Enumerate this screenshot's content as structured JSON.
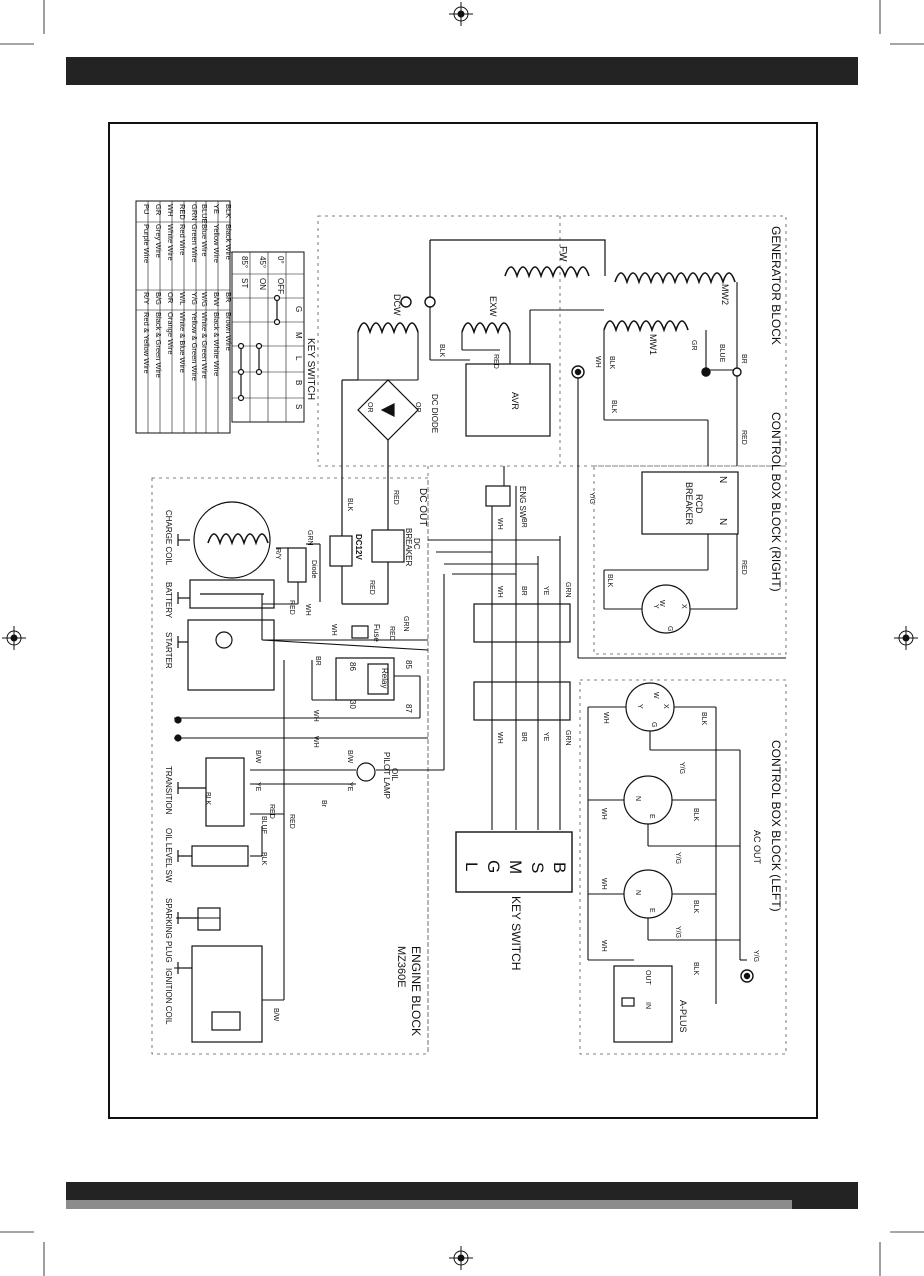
{
  "blocks": {
    "generator": "GENERATOR BLOCK",
    "control_right": "CONTROL BOX BLOCK (RIGHT)",
    "control_left": "CONTROL BOX BLOCK (LEFT)",
    "engine": "ENGINE BLOCK",
    "engine_model": "MZ360E",
    "dc_out": "DC OUT",
    "ac_out": "AC OUT",
    "key_switch_table_title": "KEY SWITCH",
    "key_switch_block": "KEY SWITCH"
  },
  "generator_parts": {
    "fw": "FW",
    "mw2": "MW2",
    "mw1": "MW1",
    "exw": "EXW",
    "dcw": "DCW",
    "avr": "AVR",
    "dc_diode": "DC DIODE"
  },
  "breakers": {
    "rcd_n1": "N",
    "rcd_n2": "N",
    "rcd": "RCD",
    "rcd_breaker": "BREAKER",
    "dc_breaker_line1": "DC",
    "dc_breaker_line2": "BREAKER",
    "dc12v": "DC12V",
    "eng_sw": "ENG SW",
    "fuse": "Fuse",
    "relay": "Relay",
    "diode": "Diode",
    "aplus": "A-PLUS",
    "aplus_out": "OUT",
    "aplus_in": "IN"
  },
  "engine_parts": {
    "charge_coil": "CHARGE COIL",
    "battery": "BATTERY",
    "starter": "STARTER",
    "transition": "TRANSITION",
    "oil_level_sw": "OIL LEVEL SW",
    "sparking_plug": "SPARKING PLUG",
    "ignition_coil": "IGNITION COIL",
    "oil_pilot_lamp_1": "OIL",
    "oil_pilot_lamp_2": "PILOT LAMP"
  },
  "relay_pins": [
    "86",
    "85",
    "30",
    "87"
  ],
  "ks_terminals": [
    "B",
    "S",
    "M",
    "G",
    "L"
  ],
  "key_switch_table": {
    "columns": [
      "G",
      "M",
      "L",
      "B",
      "S"
    ],
    "rows": [
      {
        "angle": "0°",
        "state": "OFF"
      },
      {
        "angle": "45°",
        "state": "ON"
      },
      {
        "angle": "85°",
        "state": "ST"
      }
    ]
  },
  "wire_legend": [
    [
      "BLK",
      "Black Wire",
      "BR",
      "Brown Wire"
    ],
    [
      "YE",
      "Yellow Wire",
      "B/W",
      "Black & White Wire"
    ],
    [
      "BLUE",
      "Blue Wire",
      "W/G",
      "White & Green Wire"
    ],
    [
      "GRN",
      "Green Wire",
      "Y/G",
      "Yellow & Green Wire"
    ],
    [
      "RED",
      "Red Wire",
      "W/L",
      "White & Blue Wire"
    ],
    [
      "WH",
      "White Wire",
      "OR",
      "Orange Wire"
    ],
    [
      "GR",
      "Grey Wire",
      "B/G",
      "Black & Green Wire"
    ],
    [
      "PU",
      "Purple Wire",
      "R/Y",
      "Red & Yellow Wire"
    ]
  ],
  "wire_labels": {
    "blk": "BLK",
    "red": "RED",
    "wh": "WH",
    "br": "BR",
    "ye": "YE",
    "grn": "GRN",
    "yg": "Y/G",
    "blue": "BLUE",
    "gr": "GR",
    "bw": "B/W",
    "ry": "R/Y",
    "or": "OR",
    "br2": "Br"
  },
  "socket_pins": {
    "w": "W",
    "x": "X",
    "y": "Y",
    "g": "G",
    "n": "N",
    "e": "E"
  }
}
